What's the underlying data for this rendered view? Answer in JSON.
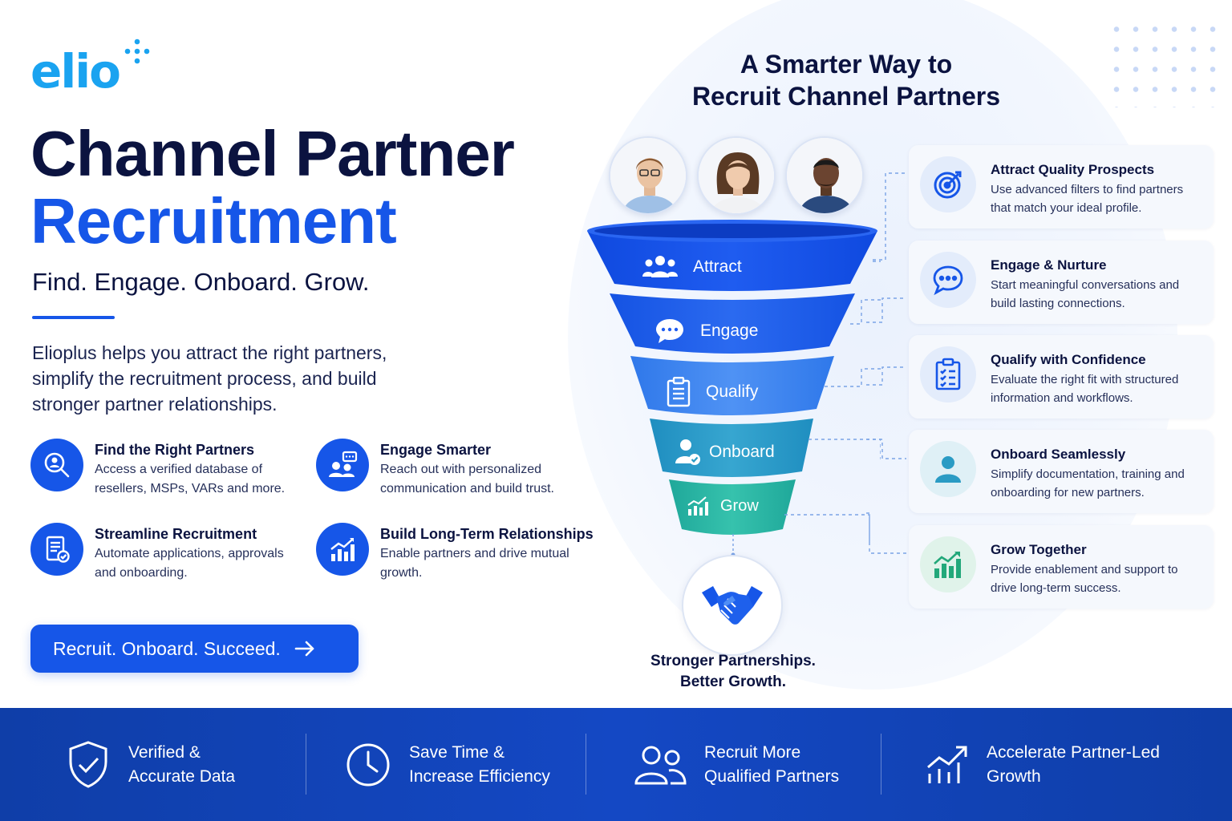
{
  "brand": {
    "logo_text": "elio",
    "accent": "#1656e8",
    "logo_color": "#1aa3f0"
  },
  "hero": {
    "title_line1": "Channel Partner",
    "title_line2": "Recruitment",
    "tagline": "Find. Engage. Onboard. Grow.",
    "intro": "Elioplus helps you attract the right partners, simplify the recruitment process, and build stronger partner relationships."
  },
  "features": [
    {
      "icon": "search-person-icon",
      "title": "Find the Right Partners",
      "desc": "Access a verified database of resellers, MSPs, VARs and more."
    },
    {
      "icon": "chat-people-icon",
      "title": "Engage Smarter",
      "desc": "Reach out with personalized communication and build trust."
    },
    {
      "icon": "document-check-icon",
      "title": "Streamline Recruitment",
      "desc": "Automate applications, approvals and onboarding."
    },
    {
      "icon": "growth-chart-icon",
      "title": "Build Long-Term Relationships",
      "desc": "Enable partners and drive mutual growth."
    }
  ],
  "cta": {
    "label": "Recruit. Onboard. Succeed.",
    "icon": "arrow-right-icon"
  },
  "process": {
    "title_line1": "A Smarter Way to",
    "title_line2": "Recruit Channel Partners",
    "stages": [
      {
        "label": "Attract",
        "icon": "group-icon",
        "color": "#1656e8"
      },
      {
        "label": "Engage",
        "icon": "chat-icon",
        "color": "#1f63ea"
      },
      {
        "label": "Qualify",
        "icon": "clipboard-icon",
        "color": "#3a82ee"
      },
      {
        "label": "Onboard",
        "icon": "user-check-icon",
        "color": "#2a9bc4"
      },
      {
        "label": "Grow",
        "icon": "chart-icon",
        "color": "#25b2a4"
      }
    ],
    "result_line1": "Stronger Partnerships.",
    "result_line2": "Better Growth."
  },
  "steps": [
    {
      "icon": "target-icon",
      "title": "Attract Quality Prospects",
      "desc": "Use advanced filters to find partners that match your ideal profile.",
      "color": "#1656e8"
    },
    {
      "icon": "chat-bubble-icon",
      "title": "Engage & Nurture",
      "desc": "Start meaningful conversations and build lasting connections.",
      "color": "#1656e8"
    },
    {
      "icon": "checklist-icon",
      "title": "Qualify with Confidence",
      "desc": "Evaluate the right fit with structured information and workflows.",
      "color": "#1656e8"
    },
    {
      "icon": "person-icon",
      "title": "Onboard Seamlessly",
      "desc": "Simplify documentation, training and onboarding for new partners.",
      "color": "#2a9bc4"
    },
    {
      "icon": "bar-chart-icon",
      "title": "Grow Together",
      "desc": "Provide enablement and support to drive long-term success.",
      "color": "#22a87a"
    }
  ],
  "benefits": [
    {
      "icon": "shield-check-icon",
      "line1": "Verified &",
      "line2": "Accurate Data"
    },
    {
      "icon": "clock-icon",
      "line1": "Save Time &",
      "line2": "Increase Efficiency"
    },
    {
      "icon": "people-icon",
      "line1": "Recruit More",
      "line2": "Qualified Partners"
    },
    {
      "icon": "trend-up-icon",
      "line1": "Accelerate Partner-Led",
      "line2": "Growth"
    }
  ]
}
